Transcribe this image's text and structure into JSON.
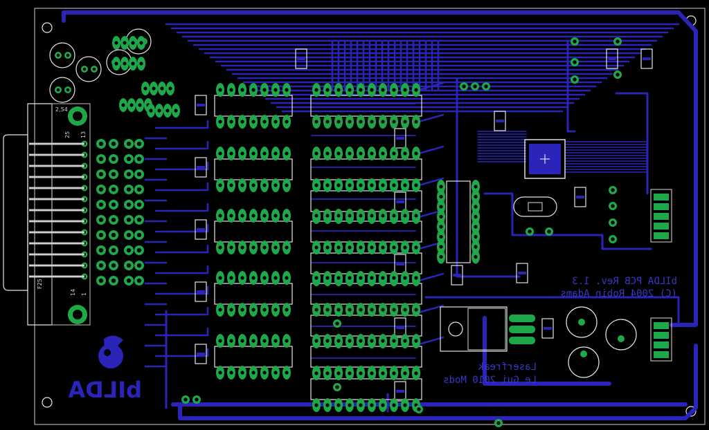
{
  "board": {
    "title_line1": "bILDA PCB Rev. 1.3",
    "title_line2": "(C) 2004 Robin Adams",
    "mod_line1": "Laserfreak",
    "mod_line2": "Le Gui 2010 Mods",
    "logo_text": "bILDA",
    "connector_pin_top": "25",
    "connector_pin_top2": "13",
    "connector_pin_bottom": "14",
    "connector_pin_bottom2": "1",
    "connector_name": "F25",
    "grid_label": "2,54"
  },
  "colors": {
    "background": "#000000",
    "copper_bottom": "#2a25b8",
    "pad": "#1fa84a",
    "silkscreen": "#e6e6e6"
  }
}
